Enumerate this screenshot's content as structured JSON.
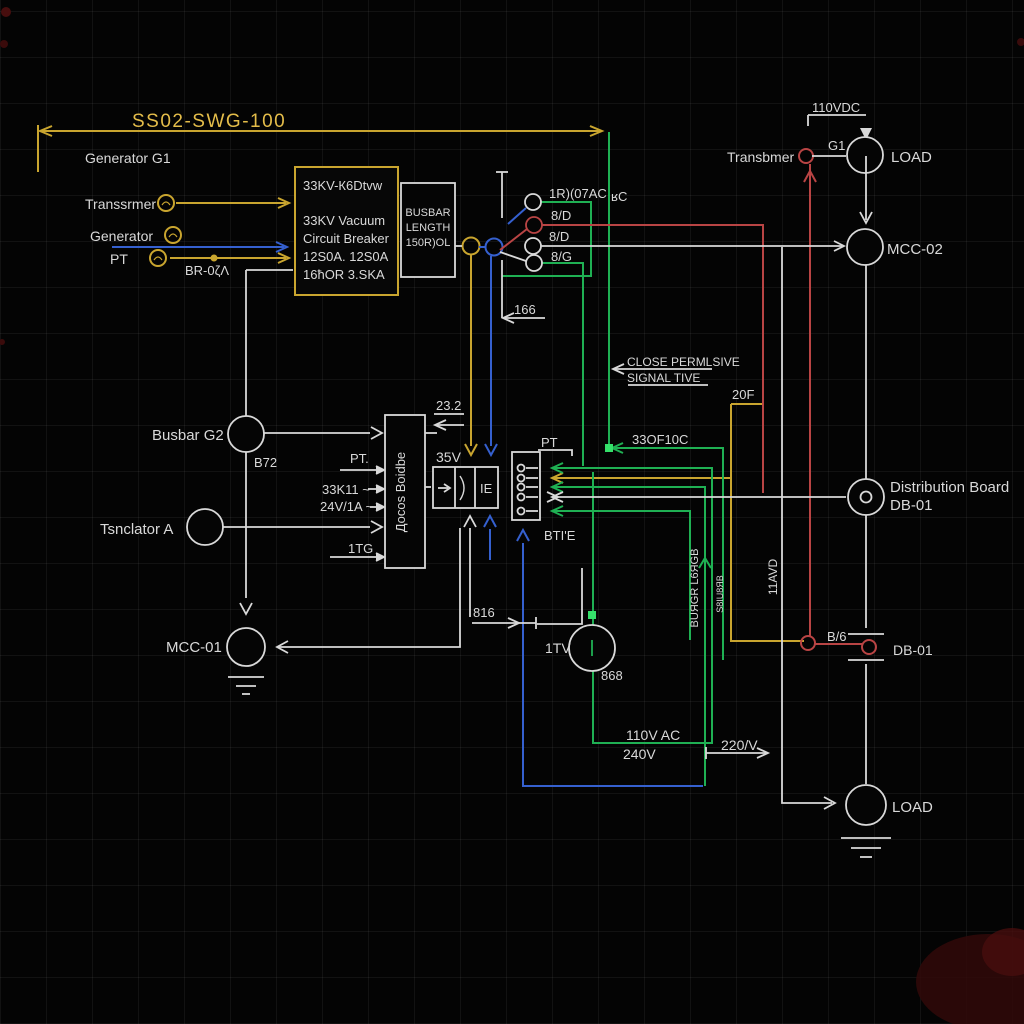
{
  "colors": {
    "yellow": "#c9a52f",
    "yellow_text": "#e4bd4a",
    "green": "#1fb053",
    "blue": "#3560cf",
    "red": "#b94444",
    "white": "#d9d9d9",
    "background": "#040404"
  },
  "title": {
    "text": "SS02-SWG-100"
  },
  "left_labels": {
    "generator_g1": "Generator G1",
    "transformer": "Transsrmer",
    "generator": "Generator",
    "pt": "PT",
    "br": "BR-0ζΛ"
  },
  "breaker_box": {
    "line1": "33KV-К6Dtvw",
    "line2": "33KV Vacuum",
    "line3": "Circuit Breaker",
    "line4": "12S0A. 12S0A",
    "line5": "16ћOR 3.SKA"
  },
  "busbar_box": {
    "line1": "BUSBAR",
    "line2": "LENGTH",
    "line3": "150R)OL"
  },
  "switchgear": {
    "ac_label": "1R)(07AC",
    "tc_label": "ʁC",
    "k1": "8/D",
    "k2": "8/D",
    "k3": "8/G",
    "dim": "166"
  },
  "mid": {
    "busbar_g2": "Busbar G2",
    "b72": "B72",
    "isolator_a": "Tsnclator A",
    "local_rot": "Дocos Вoidbe",
    "pt_row": "PT.",
    "kv_row": "33K11 ~",
    "va_row": "24V/1A ~",
    "tg_row": "1TG",
    "dim232": "23.2",
    "v35": "35V",
    "cell_ie": "IE",
    "pt_block": "PT",
    "btie": "BTI'E",
    "dim816": "816",
    "tv": "1TV",
    "n868": "868",
    "mcc01": "MCC-01"
  },
  "signals": {
    "close1": "CLOSE PERMLSIVE",
    "close2": "SIGNAL TIVE",
    "of10c": "33OF10C",
    "f20": "20F",
    "rot_burgr": "BUЯGR L6ЯGB",
    "rot_s8": "S8IU8ЯB",
    "rot_11avd": "11AVD"
  },
  "top_right": {
    "vdc": "110VDC",
    "transformer": "Transbmer",
    "g1": "G1",
    "load": "LOAD",
    "mcc02": "MCC-02"
  },
  "right": {
    "dist_board": "Distribution Board",
    "dist_id": "DB-01",
    "bg": "B/6",
    "db01": "DB-01",
    "load": "LOAD"
  },
  "bottom": {
    "ac110": "110V AC",
    "v240": "240V",
    "v220": "220/V"
  }
}
